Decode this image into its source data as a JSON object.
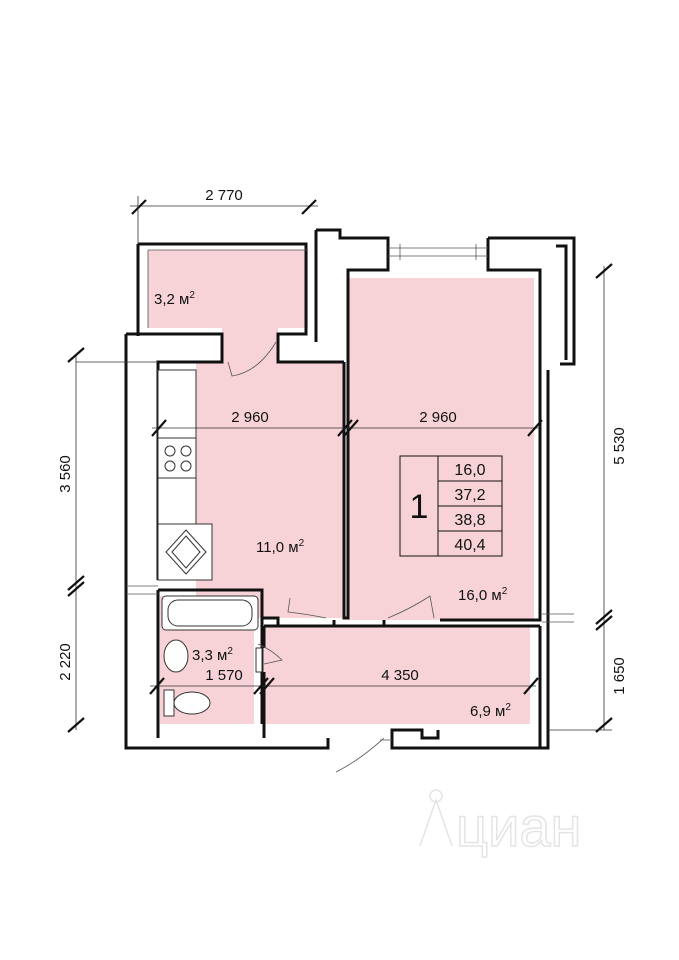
{
  "dimensions": {
    "top_width": "2 770",
    "kitchen_width": "2 960",
    "room_width": "2 960",
    "kitchen_height": "3 560",
    "room_height": "5 530",
    "bath_height": "2 220",
    "bath_width": "1 570",
    "hall_width": "4 350",
    "hall_height": "1 650"
  },
  "rooms": {
    "balcony": {
      "area": "3,2 м",
      "sup": "2"
    },
    "kitchen": {
      "area": "11,0 м",
      "sup": "2"
    },
    "living": {
      "area": "16,0 м",
      "sup": "2"
    },
    "bathroom": {
      "area": "3,3 м",
      "sup": "2"
    },
    "hallway": {
      "area": "6,9 м",
      "sup": "2"
    }
  },
  "info_table": {
    "rooms_count": "1",
    "values": [
      "16,0",
      "37,2",
      "38,8",
      "40,4"
    ]
  },
  "watermark": {
    "text": "циан"
  },
  "colors": {
    "room_fill": "#f7d3d8",
    "wall": "#111111"
  }
}
